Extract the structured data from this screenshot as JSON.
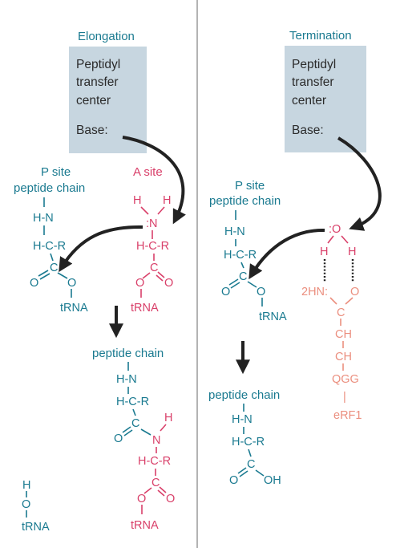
{
  "colors": {
    "teal": "#1a7a90",
    "red": "#d9406a",
    "salmon": "#eb8f7f",
    "box": "#c7d6e0",
    "divider": "#9a9a9a",
    "arrow": "#222222",
    "box_text": "#2b2b2b"
  },
  "elongation": {
    "title": "Elongation",
    "box": {
      "line1": "Peptidyl",
      "line2": "transfer",
      "line3": "center",
      "base": "Base:"
    },
    "p_site": {
      "label1": "P site",
      "label2": "peptide chain",
      "hn": "H-N",
      "hcr": "H-C-R",
      "c": "C",
      "o_left": "O",
      "o_right": "O",
      "trna": "tRNA"
    },
    "a_site": {
      "label": "A site",
      "h_left": "H",
      "h_right": "H",
      "n": ":N",
      "hcr": "H-C-R",
      "c": "C",
      "o_left": "O",
      "o_right": "O",
      "trna": "tRNA"
    },
    "product": {
      "label": "peptide chain",
      "hn": "H-N",
      "hcr": "H-C-R",
      "c": "C",
      "o": "O",
      "h": "H",
      "n": "N",
      "hcr2": "H-C-R",
      "c2": "C",
      "o_left": "O",
      "o_right": "O",
      "trna": "tRNA"
    },
    "free_trna": {
      "h": "H",
      "o": "O",
      "trna": "tRNA"
    }
  },
  "termination": {
    "title": "Termination",
    "box": {
      "line1": "Peptidyl",
      "line2": "transfer",
      "line3": "center",
      "base": "Base:"
    },
    "p_site": {
      "label1": "P site",
      "label2": "peptide chain",
      "hn": "H-N",
      "hcr": "H-C-R",
      "c": "C",
      "o_left": "O",
      "o_right": "O",
      "trna": "tRNA"
    },
    "water": {
      "o": ":O",
      "h_left": "H",
      "h_right": "H"
    },
    "erf1": {
      "h2n": "2HN:",
      "o": "O",
      "c": "C",
      "ch1": "CH",
      "ch2": "CH",
      "qgg": "QGG",
      "bar": "|",
      "name": "eRF1"
    },
    "product": {
      "label": "peptide chain",
      "hn": "H-N",
      "hcr": "H-C-R",
      "c": "C",
      "o": "O",
      "oh": "OH"
    }
  }
}
